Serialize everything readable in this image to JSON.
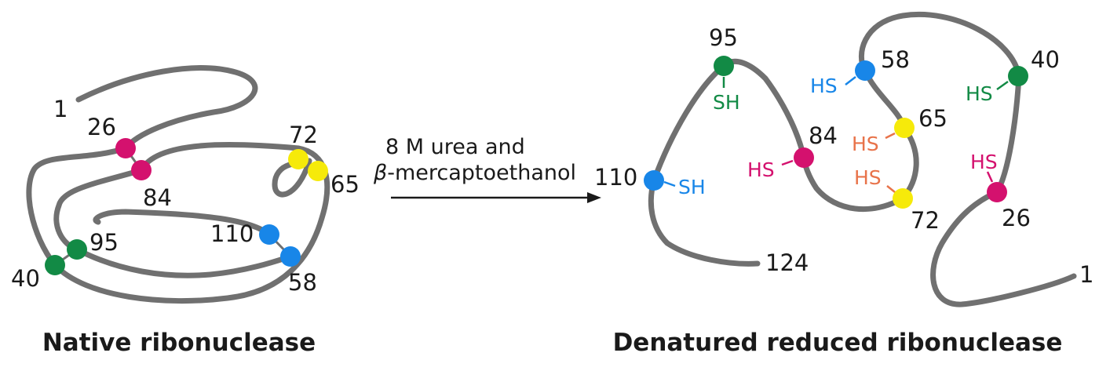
{
  "colors": {
    "chain": "#707070",
    "cys_26_84": "#d4116e",
    "cys_40_95": "#128a45",
    "cys_65_72": "#f6ea0a",
    "cys_58_110": "#1886e8",
    "hs_orange": "#e8734a"
  },
  "native": {
    "title": "Native ribonuclease",
    "labels": {
      "n1": "1",
      "n26": "26",
      "n84": "84",
      "n72": "72",
      "n65": "65",
      "n95": "95",
      "n40": "40",
      "n110": "110",
      "n58": "58"
    }
  },
  "arrow": {
    "line1": "8 M urea and",
    "beta": "β",
    "line2_rest": "-mercaptoethanol"
  },
  "denatured": {
    "title": "Denatured reduced ribonuclease",
    "labels": {
      "n95": "95",
      "n58": "58",
      "n40": "40",
      "n84": "84",
      "n65": "65",
      "n110": "110",
      "n72": "72",
      "n26": "26",
      "n124": "124",
      "n1": "1"
    },
    "groups": {
      "sh95": "SH",
      "hs58": "HS",
      "hs40": "HS",
      "hs84": "HS",
      "hs65": "HS",
      "sh110": "SH",
      "hs72": "HS",
      "hs26": "HS"
    }
  }
}
